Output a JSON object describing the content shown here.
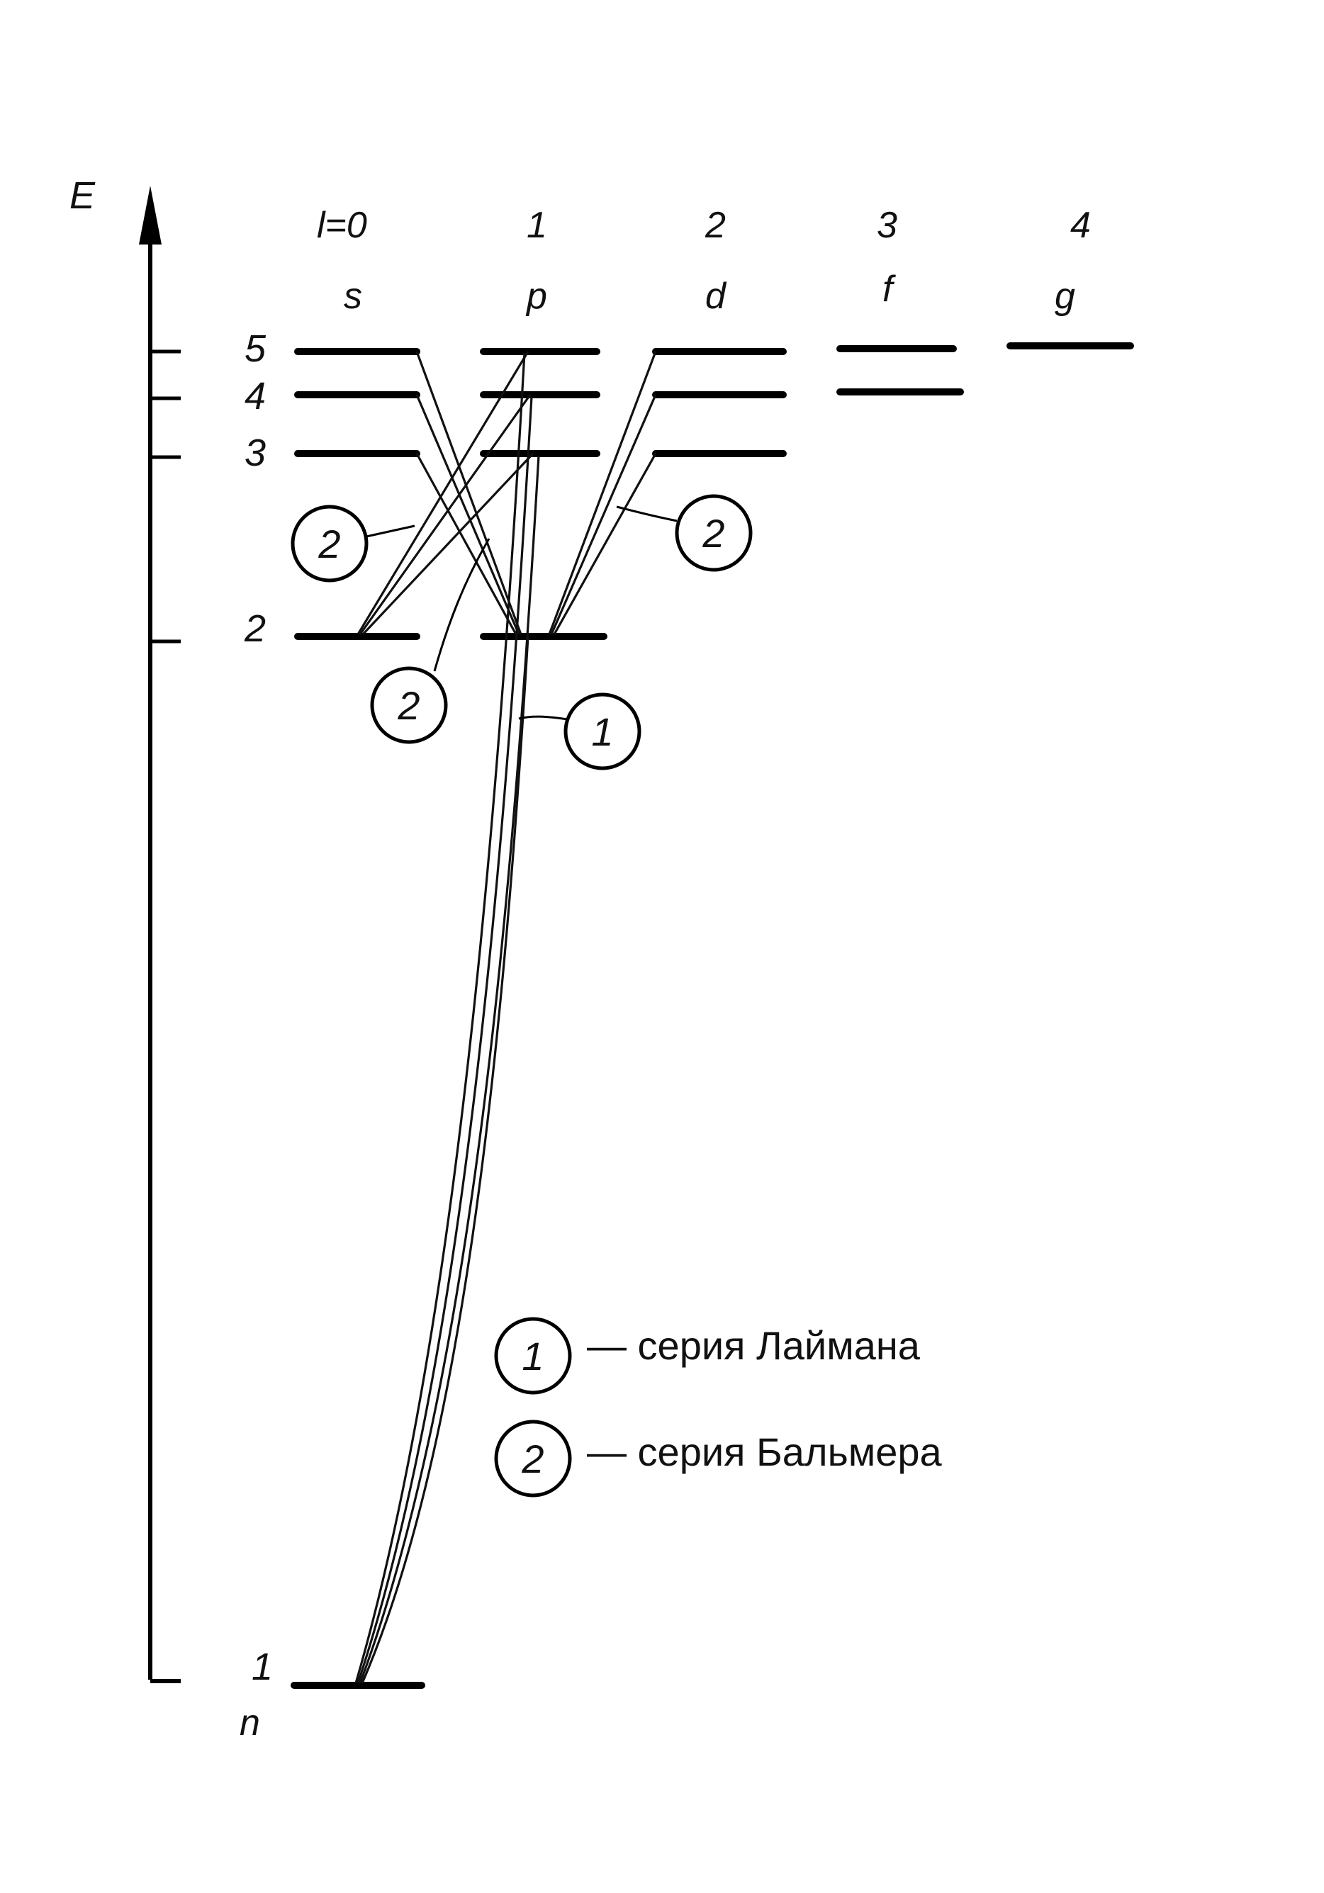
{
  "axis": {
    "energy_label": "E",
    "n_label": "n"
  },
  "columns": [
    {
      "l_label": "l=0",
      "letter": "s"
    },
    {
      "l_label": "1",
      "letter": "p"
    },
    {
      "l_label": "2",
      "letter": "d"
    },
    {
      "l_label": "3",
      "letter": "f"
    },
    {
      "l_label": "4",
      "letter": "g"
    }
  ],
  "levels": [
    {
      "n_label": "5"
    },
    {
      "n_label": "4"
    },
    {
      "n_label": "3"
    },
    {
      "n_label": "2"
    },
    {
      "n_label": "1"
    }
  ],
  "series_markers": [
    {
      "series": "2",
      "label": "2"
    },
    {
      "series": "2",
      "label": "2"
    },
    {
      "series": "2",
      "label": "2"
    },
    {
      "series": "1",
      "label": "1"
    }
  ],
  "legend": [
    {
      "marker": "1",
      "text": "— серия Лаймана"
    },
    {
      "marker": "2",
      "text": "— серия Бальмера"
    }
  ]
}
